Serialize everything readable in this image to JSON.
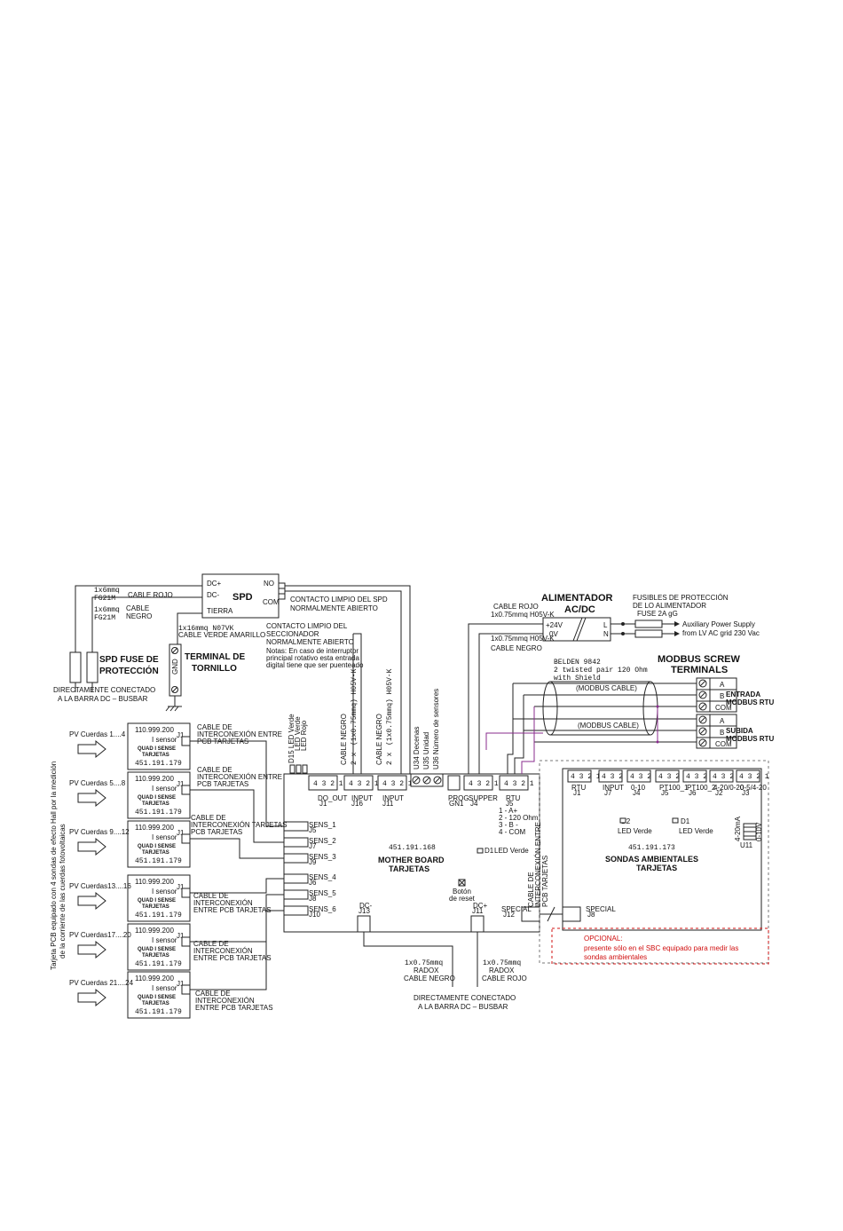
{
  "spd": {
    "title": "SPD",
    "dcp": "DC+",
    "dcm": "DC-",
    "tierra": "TIERRA",
    "no": "NO",
    "com": "COM",
    "contact_l1": "CONTACTO LIMPIO DEL SPD",
    "contact_l2": "NORMALMENTE ABIERTO"
  },
  "cable_rojo_top": {
    "size": "1x6mmq",
    "code": "FG21M",
    "label": "CABLE ROJO"
  },
  "cable_negro_top": {
    "size": "1x6mmq",
    "code": "FG21M",
    "label1": "CABLE",
    "label2": "NEGRO"
  },
  "spd_fuse": {
    "l1": "SPD FUSE DE",
    "l2": "PROTECCIÓN"
  },
  "busbar_top": {
    "l1": "DIRECTAMENTE CONECTADO",
    "l2": "A LA BARRA DC – BUSBAR"
  },
  "terminal": {
    "size": "1x16mmq N07VK",
    "cable": "CABLE VERDE AMARILLO",
    "l1": "TERMINAL DE",
    "l2": "TORNILLO",
    "gnd": "GND"
  },
  "seccionador": {
    "l1": "CONTACTO LIMPIO DEL",
    "l2": "SECCIONADOR",
    "l3": "NORMALMENTE ABIERTO",
    "n1": "Notas: En caso de interruptor",
    "n2": "principal rotativo esta entrada",
    "n3": "digital tiene que ser puenteado"
  },
  "vcable1": {
    "a": "CABLE NEGRO",
    "b": "(1x0.75mmq) H05V-K",
    "c": "2 x"
  },
  "vcable2": {
    "a": "CABLE NEGRO",
    "b": "(1x0.75mmq) H05V-K",
    "c": "2 x"
  },
  "switches": {
    "u34": "U34 Decenas",
    "u35": "U35 Unidad",
    "u36": "U36 Número de sensores"
  },
  "leds_top": {
    "a": "D15 LED Verde",
    "b": "LED Verde",
    "c": "LED Rojo"
  },
  "alim": {
    "title1": "ALIMENTADOR",
    "title2": "AC/DC",
    "rojo": "CABLE ROJO",
    "rojo_spec": "1x0.75mmq H05V-K",
    "negro_spec": "1x0.75mmq H05V-K",
    "negro": "CABLE NEGRO",
    "p24": "+24V",
    "p0": "0V",
    "l": "L",
    "n": "N",
    "fus1": "FUSIBLES DE PROTECCIÓN",
    "fus2": "DE LO ALIMENTADOR",
    "fus3": "FUSE 2A gG",
    "aux1": "Auxiliary Power Supply",
    "aux2": "from LV AC grid 230 Vac"
  },
  "belden": {
    "l1": "BELDEN 9842",
    "l2": "2 twisted pair 120 Ohm",
    "l3": "with Shield",
    "cable1": "(MODBUS CABLE)",
    "cable2": "(MODBUS CABLE)"
  },
  "modbus": {
    "t1": "MODBUS SCREW",
    "t2": "TERMINALS",
    "a": "A",
    "b": "B",
    "com": "COM",
    "in1": "ENTRADA",
    "in2": "MODBUS RTU",
    "up1": "SUBIDA",
    "up2": "MODBUS RTU"
  },
  "qs": {
    "part": "110.999.200",
    "j1": "J1",
    "sensor": "I sensor",
    "name1": "QUAD I SENSE",
    "name2": "TARJETAS",
    "code": "451.191.179"
  },
  "pv": [
    "PV Cuerdas 1....4",
    "PV Cuerdas 5....8",
    "PV Cuerdas 9....12",
    "PV Cuerdas13....16",
    "PV Cuerdas17....20",
    "PV Cuerdas 21....24"
  ],
  "inter": [
    [
      "CABLE DE",
      "INTERCONEXIÓN ENTRE",
      "PCB TARJETAS"
    ],
    [
      "CABLE DE",
      "INTERCONEXIÓN ENTRE",
      "PCB TARJETAS"
    ],
    [
      "CABLE DE",
      "INTERCONEXIÓN TARJETAS",
      "PCB TARJETAS"
    ],
    [
      "CABLE DE",
      "INTERCONEXIÓN",
      "ENTRE PCB TARJETAS"
    ],
    [
      "CABLE DE",
      "INTERCONEXIÓN",
      "ENTRE PCB TARJETAS"
    ],
    [
      "CABLE DE",
      "INTERCONEXIÓN",
      "ENTRE PCB TARJETAS"
    ]
  ],
  "side_l1": "Tarjeta PCB equipado con 4 sondas de efecto Hall por la medición",
  "side_l2": "de la corriente de las cuerdas fotovoltaicas",
  "mb": {
    "code": "451.191.168",
    "name1": "MOTHER BOARD",
    "name2": "TARJETAS",
    "d1": "D1",
    "d1led": "LED Verde",
    "reset1": "Botón",
    "reset2": "de reset",
    "pins": "4 3 2 1",
    "conn": [
      [
        "DO_OUT",
        "J1"
      ],
      [
        "INPUT",
        "J16"
      ],
      [
        "INPUT",
        "J11"
      ],
      [
        "PROG.",
        "GN1"
      ],
      [
        "SUPPER",
        "J4"
      ],
      [
        "RTU",
        "J5"
      ]
    ],
    "sense": [
      [
        "SENS_1",
        "J5"
      ],
      [
        "SENS_2",
        "J7"
      ],
      [
        "SENS_3",
        "J9"
      ],
      [
        "SENS_4",
        "J6"
      ],
      [
        "SENS_5",
        "J8"
      ],
      [
        "SENS_6",
        "J10"
      ]
    ],
    "dc_m": [
      "DC-",
      "J13"
    ],
    "dc_p": [
      "DC+",
      "J11"
    ],
    "special": [
      "SPECIAL",
      "J12"
    ],
    "rtu_list": [
      "1 - A+",
      "2 - 120 Ohm",
      "3 - B -",
      "4 - COM"
    ]
  },
  "inter_v": {
    "l1": "CABLE DE",
    "l2": "INTERCONEXIÓN ENTRE",
    "l3": "PCB TARJETAS"
  },
  "radox1": {
    "l1": "1x0.75mmq",
    "l2": "RADOX",
    "l3": "CABLE NEGRO"
  },
  "radox2": {
    "l1": "1x0.75mmq",
    "l2": "RADOX",
    "l3": "CABLE ROJO"
  },
  "busbar_bottom": {
    "l1": "DIRECTAMENTE CONECTADO",
    "l2": "A LA BARRA DC – BUSBAR"
  },
  "amb": {
    "code": "451.191.173",
    "name1": "SONDAS AMBIENTALES",
    "name2": "TARJETAS",
    "pins": "4 3 2 1",
    "conn": [
      [
        "RTU",
        "J1"
      ],
      [
        "INPUT",
        "J7"
      ],
      [
        "0-10",
        "J4"
      ],
      [
        "PT100_1",
        "J5"
      ],
      [
        "PT100_2",
        "J6"
      ],
      [
        "4-20/0-20",
        "J2"
      ],
      [
        "0-5/4-20",
        "J3"
      ]
    ],
    "d2": "D2",
    "d2led": "LED Verde",
    "d1": "D1",
    "d1led": "LED Verde",
    "sw_a": "4-20mA",
    "sw_b": "0-10V",
    "sw_u": "U11",
    "special": [
      "SPECIAL",
      "J8"
    ]
  },
  "opcional": {
    "t": "OPCIONAL:",
    "l1": "presente sólo en el SBC equipado para medir las",
    "l2": "sondas ambientales"
  }
}
